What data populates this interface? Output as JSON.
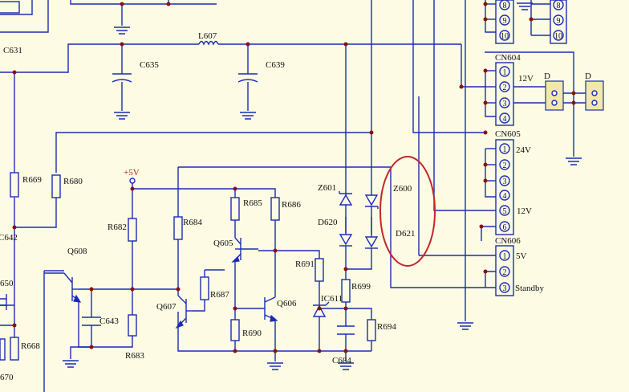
{
  "labels": {
    "c631": "C631",
    "c635": "C635",
    "c639": "C639",
    "l607": "L607",
    "r669": "R669",
    "r680": "R680",
    "c642": "C642",
    "c650": "650",
    "r668": "R668",
    "r670": "670",
    "q608": "Q608",
    "c643": "C643",
    "r683": "R683",
    "r682": "R682",
    "plus5v": "+5V",
    "r684": "R684",
    "q607": "Q607",
    "r687": "R687",
    "r690": "R690",
    "r685": "R685",
    "r686": "R686",
    "q605": "Q605",
    "q606": "Q606",
    "r691": "R691",
    "ic611": "IC611",
    "r699": "R699",
    "r694": "R694",
    "c684": "C684",
    "z601": "Z601",
    "d620": "D620",
    "z600": "Z600",
    "d621": "D621"
  },
  "connectors": {
    "top_left_pins": [
      "8",
      "9",
      "10"
    ],
    "top_right_pins": [
      "8",
      "9",
      "10"
    ],
    "cn604": {
      "name": "CN604",
      "pins": [
        "1",
        "2",
        "3",
        "4"
      ],
      "voltage": "12V"
    },
    "cn605": {
      "name": "CN605",
      "pins": [
        "1",
        "2",
        "3",
        "4",
        "5",
        "6"
      ],
      "voltage_top": "24V",
      "voltage_bottom": "12V"
    },
    "cn606": {
      "name": "CN606",
      "pins": [
        "1",
        "2",
        "3"
      ],
      "voltage": "5V",
      "standby": "Standby"
    },
    "plug_left": "D",
    "plug_right": "D"
  }
}
